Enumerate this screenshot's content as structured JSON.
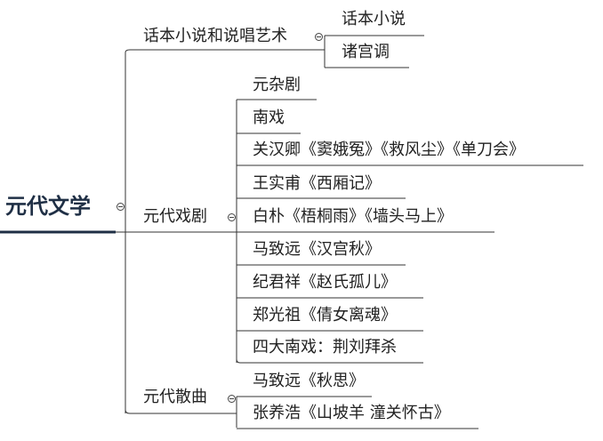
{
  "root": {
    "label": "元代文学"
  },
  "branches": [
    {
      "label": "话本小说和说唱艺术",
      "children": [
        "话本小说",
        "诸宫调"
      ]
    },
    {
      "label": "元代戏剧",
      "children": [
        "元杂剧",
        "南戏",
        "关汉卿《窦娥冤》《救风尘》《单刀会》",
        "王实甫《西厢记》",
        "白朴《梧桐雨》《墙头马上》",
        "马致远《汉宫秋》",
        "纪君祥《赵氏孤儿》",
        "郑光祖《倩女离魂》",
        "四大南戏：荆刘拜杀"
      ]
    },
    {
      "label": "元代散曲",
      "children": [
        "马致远《秋思》",
        "张养浩《山坡羊 潼关怀古》"
      ]
    }
  ],
  "colors": {
    "line": "#333333",
    "root_underline": "#1f2f45",
    "text": "#222222"
  }
}
